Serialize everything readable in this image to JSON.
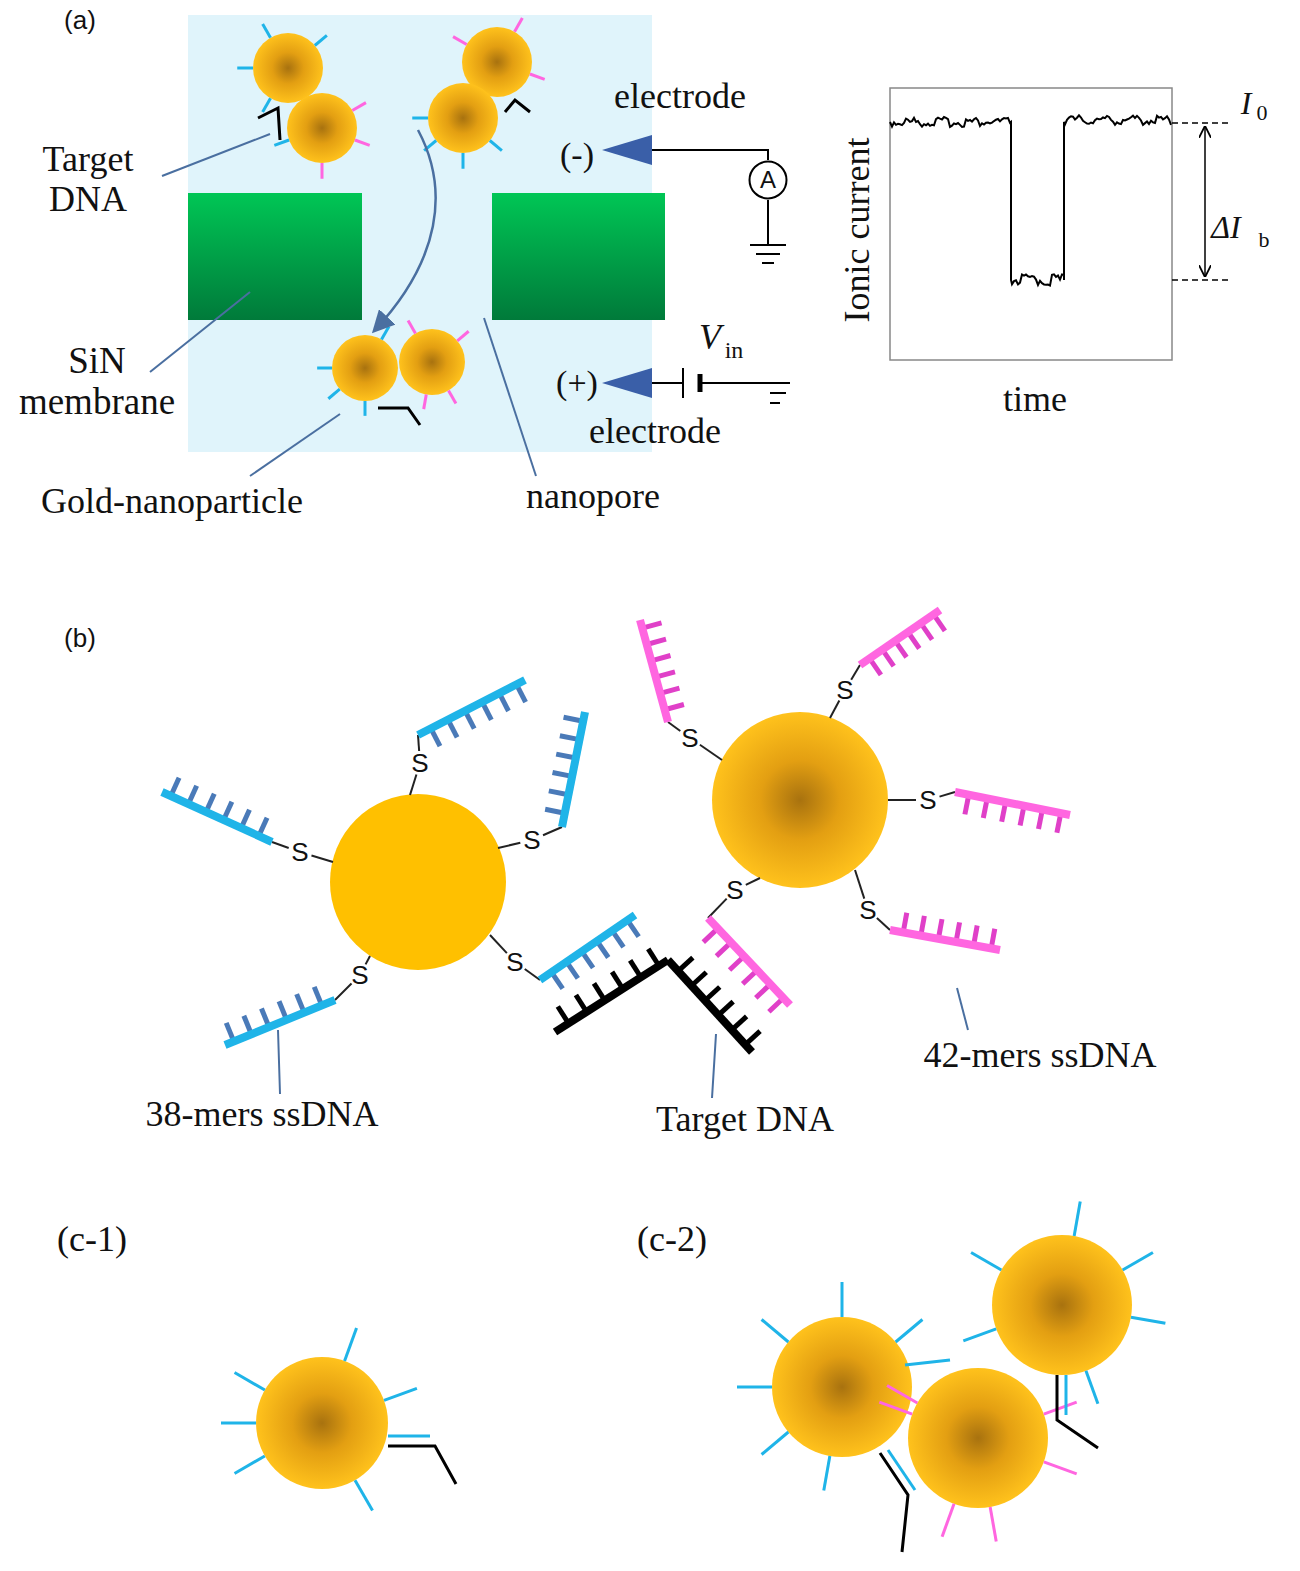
{
  "diagram": {
    "nodes": [
      {
        "text": [
          "A"
        ]
      }
    ],
    "labels": [
      "(a)",
      "Target DNA",
      "SiN membrane",
      "Gold-nanoparticle",
      "nanopore",
      "electrode",
      "(-)",
      "(+)",
      "electrode",
      "V",
      "in",
      "Ionic current",
      "time",
      "I",
      "0",
      "ΔI",
      "b",
      "(b)",
      "S",
      "S",
      "S",
      "S",
      "S",
      "S",
      "S",
      "S",
      "S",
      "S",
      "38-mers ssDNA",
      "Target DNA",
      "42-mers ssDNA",
      "(c-1)",
      "(c-2)"
    ]
  }
}
